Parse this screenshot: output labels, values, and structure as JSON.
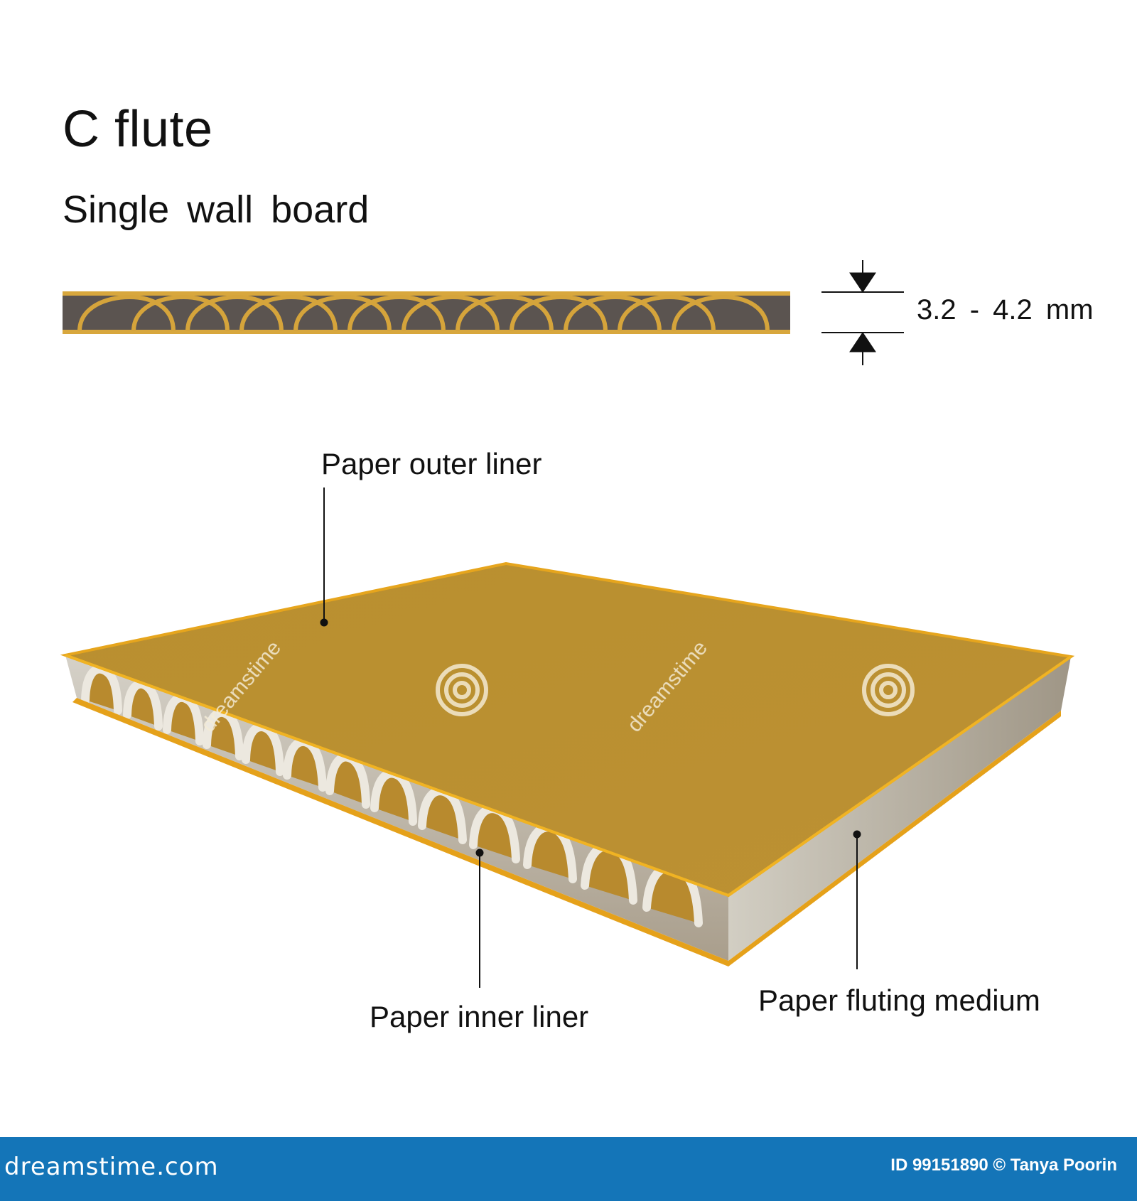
{
  "title": "C flute",
  "subtitle": "Single wall board",
  "dimension": {
    "label": "3.2 - 4.2 mm"
  },
  "labels": {
    "outer_liner": "Paper outer liner",
    "inner_liner": "Paper inner liner",
    "fluting_medium": "Paper fluting medium"
  },
  "watermark": {
    "text": "dreamstime"
  },
  "footer": {
    "logo": "dreamstime.com",
    "credit": "ID 99151890 © Tanya Poorin"
  },
  "colors": {
    "liner": "#bb9030",
    "liner_edge": "#e6a51d",
    "flute_cross": "#d7a63d",
    "flute_core": "#5b5450",
    "board_side": "#c7c2b6",
    "board_side_dark": "#a9a090",
    "footer_bg": "#1475b8"
  }
}
